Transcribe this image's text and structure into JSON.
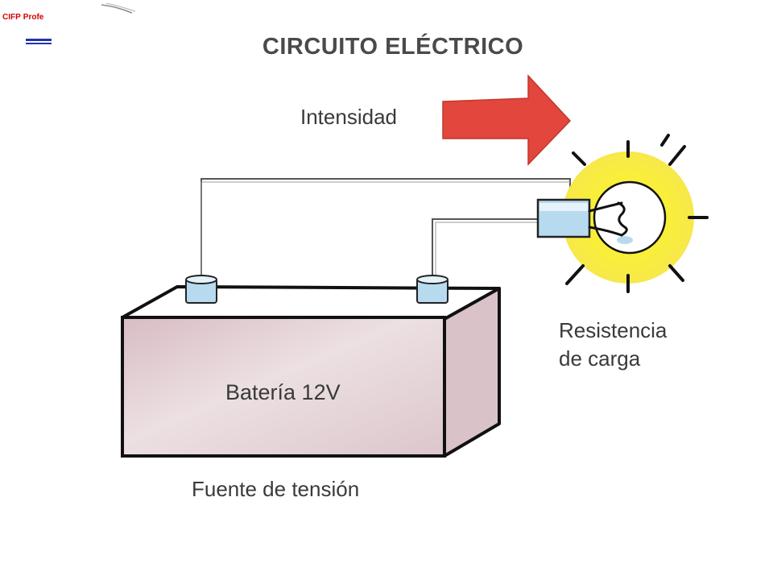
{
  "logo": {
    "text_a": "CIFP",
    "text_b": "Profe"
  },
  "title": "CIRCUITO ELÉCTRICO",
  "labels": {
    "intensidad": "Intensidad",
    "resistencia_line1": "Resistencia",
    "resistencia_line2": "de carga",
    "bateria": "Batería 12V",
    "fuente": "Fuente de tensión"
  },
  "colors": {
    "arrow": "#e2463c",
    "bulb_glow": "#f7ea2a",
    "battery_front": "#e3cfd3",
    "terminal": "#b8daee",
    "wire": "#555555"
  }
}
